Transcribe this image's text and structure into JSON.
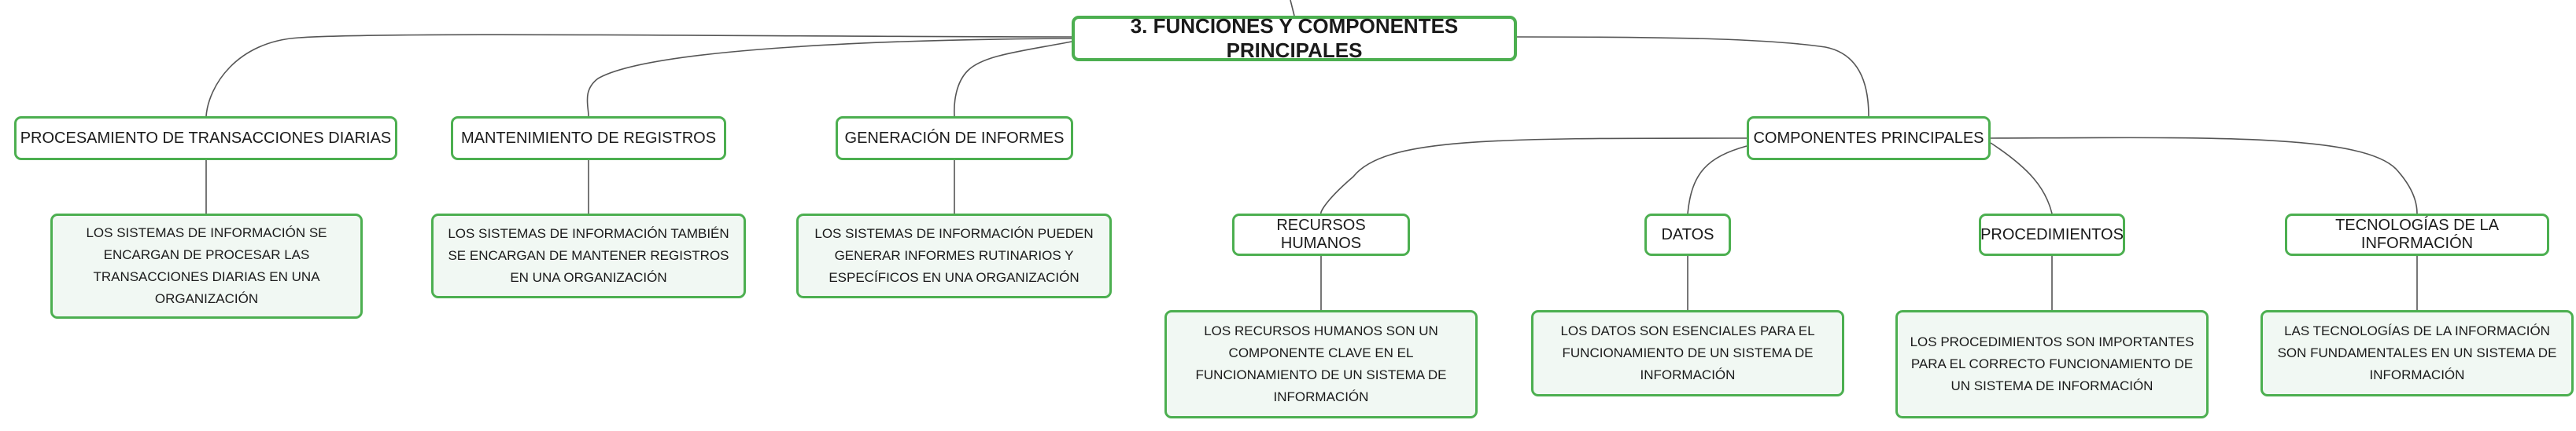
{
  "diagram": {
    "root": {
      "label": "3. FUNCIONES Y COMPONENTES PRINCIPALES"
    },
    "branches": {
      "procesamiento": {
        "label": "PROCESAMIENTO DE TRANSACCIONES DIARIAS",
        "description": "LOS SISTEMAS DE INFORMACIÓN SE ENCARGAN DE PROCESAR LAS TRANSACCIONES DIARIAS EN UNA ORGANIZACIÓN"
      },
      "mantenimiento": {
        "label": "MANTENIMIENTO DE REGISTROS",
        "description": "LOS SISTEMAS DE INFORMACIÓN TAMBIÉN SE ENCARGAN DE MANTENER REGISTROS EN UNA ORGANIZACIÓN"
      },
      "informes": {
        "label": "GENERACIÓN DE INFORMES",
        "description": "LOS SISTEMAS DE INFORMACIÓN PUEDEN GENERAR INFORMES RUTINARIOS Y ESPECÍFICOS EN UNA ORGANIZACIÓN"
      },
      "componentes": {
        "label": "COMPONENTES PRINCIPALES",
        "children": {
          "recursos": {
            "label": "RECURSOS HUMANOS",
            "description": "LOS RECURSOS HUMANOS SON UN COMPONENTE CLAVE EN EL FUNCIONAMIENTO DE UN SISTEMA DE INFORMACIÓN"
          },
          "datos": {
            "label": "DATOS",
            "description": "LOS DATOS SON ESENCIALES PARA EL FUNCIONAMIENTO DE UN SISTEMA DE INFORMACIÓN"
          },
          "procedimientos": {
            "label": "PROCEDIMIENTOS",
            "description": "LOS PROCEDIMIENTOS SON IMPORTANTES PARA EL CORRECTO FUNCIONAMIENTO DE UN SISTEMA DE INFORMACIÓN"
          },
          "tecnologias": {
            "label": "TECNOLOGÍAS DE LA INFORMACIÓN",
            "description": "LAS TECNOLOGÍAS DE LA INFORMACIÓN SON FUNDAMENTALES EN UN SISTEMA DE INFORMACIÓN"
          }
        }
      }
    }
  },
  "colors": {
    "node_border": "#4caf50",
    "leaf_fill": "#f1f8f3",
    "connector": "#555555",
    "text": "#1a1a1a"
  }
}
